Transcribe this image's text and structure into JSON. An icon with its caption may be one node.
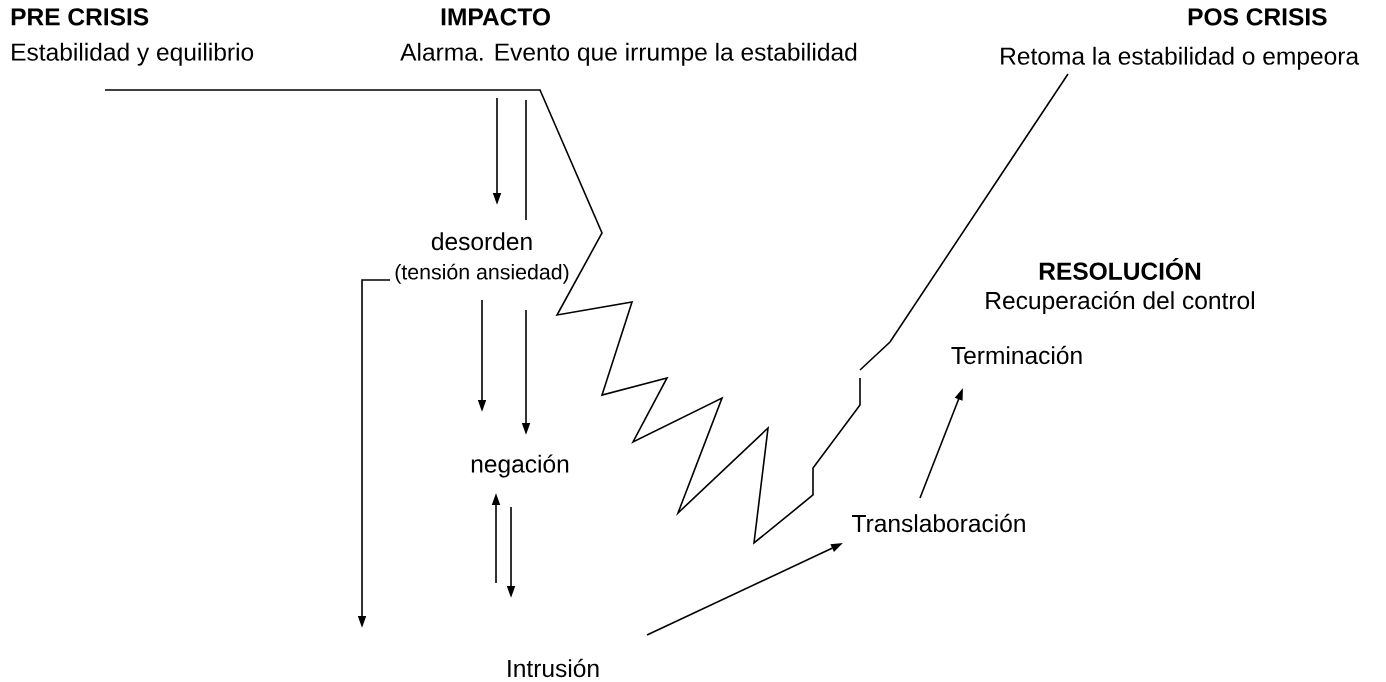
{
  "diagram": {
    "nodes": [
      {
        "text": [
          "PRE CRISIS",
          "Estabilidad y equilibrio"
        ]
      },
      {
        "text": [
          "IMPACTO",
          "Alarma. Evento que irrumpe la estabilidad"
        ]
      },
      {
        "text": [
          "POS CRISIS",
          "Retoma la estabilidad o empeora"
        ]
      },
      {
        "text": [
          "desorden",
          "(tensión ansiedad)"
        ]
      },
      {
        "text": [
          "negación"
        ]
      },
      {
        "text": [
          "Intrusión"
        ]
      },
      {
        "text": [
          "Translaboración"
        ]
      },
      {
        "text": [
          "RESOLUCIÓN",
          "Recuperación del control"
        ]
      },
      {
        "text": [
          "Terminación"
        ]
      }
    ],
    "edges": [
      {
        "from": null,
        "to": 3,
        "arrow": "to"
      },
      {
        "from": null,
        "to": 3,
        "arrow": "none"
      },
      {
        "from": 3,
        "to": 4,
        "arrow": "to"
      },
      {
        "from": 3,
        "to": 4,
        "arrow": "to"
      },
      {
        "from": 5,
        "to": 4,
        "arrow": "to"
      },
      {
        "from": 4,
        "to": 5,
        "arrow": "to"
      },
      {
        "from": 3,
        "to": null,
        "arrow": "to"
      },
      {
        "from": 5,
        "to": 6,
        "arrow": "to"
      },
      {
        "from": 6,
        "to": 8,
        "arrow": "to"
      }
    ]
  }
}
